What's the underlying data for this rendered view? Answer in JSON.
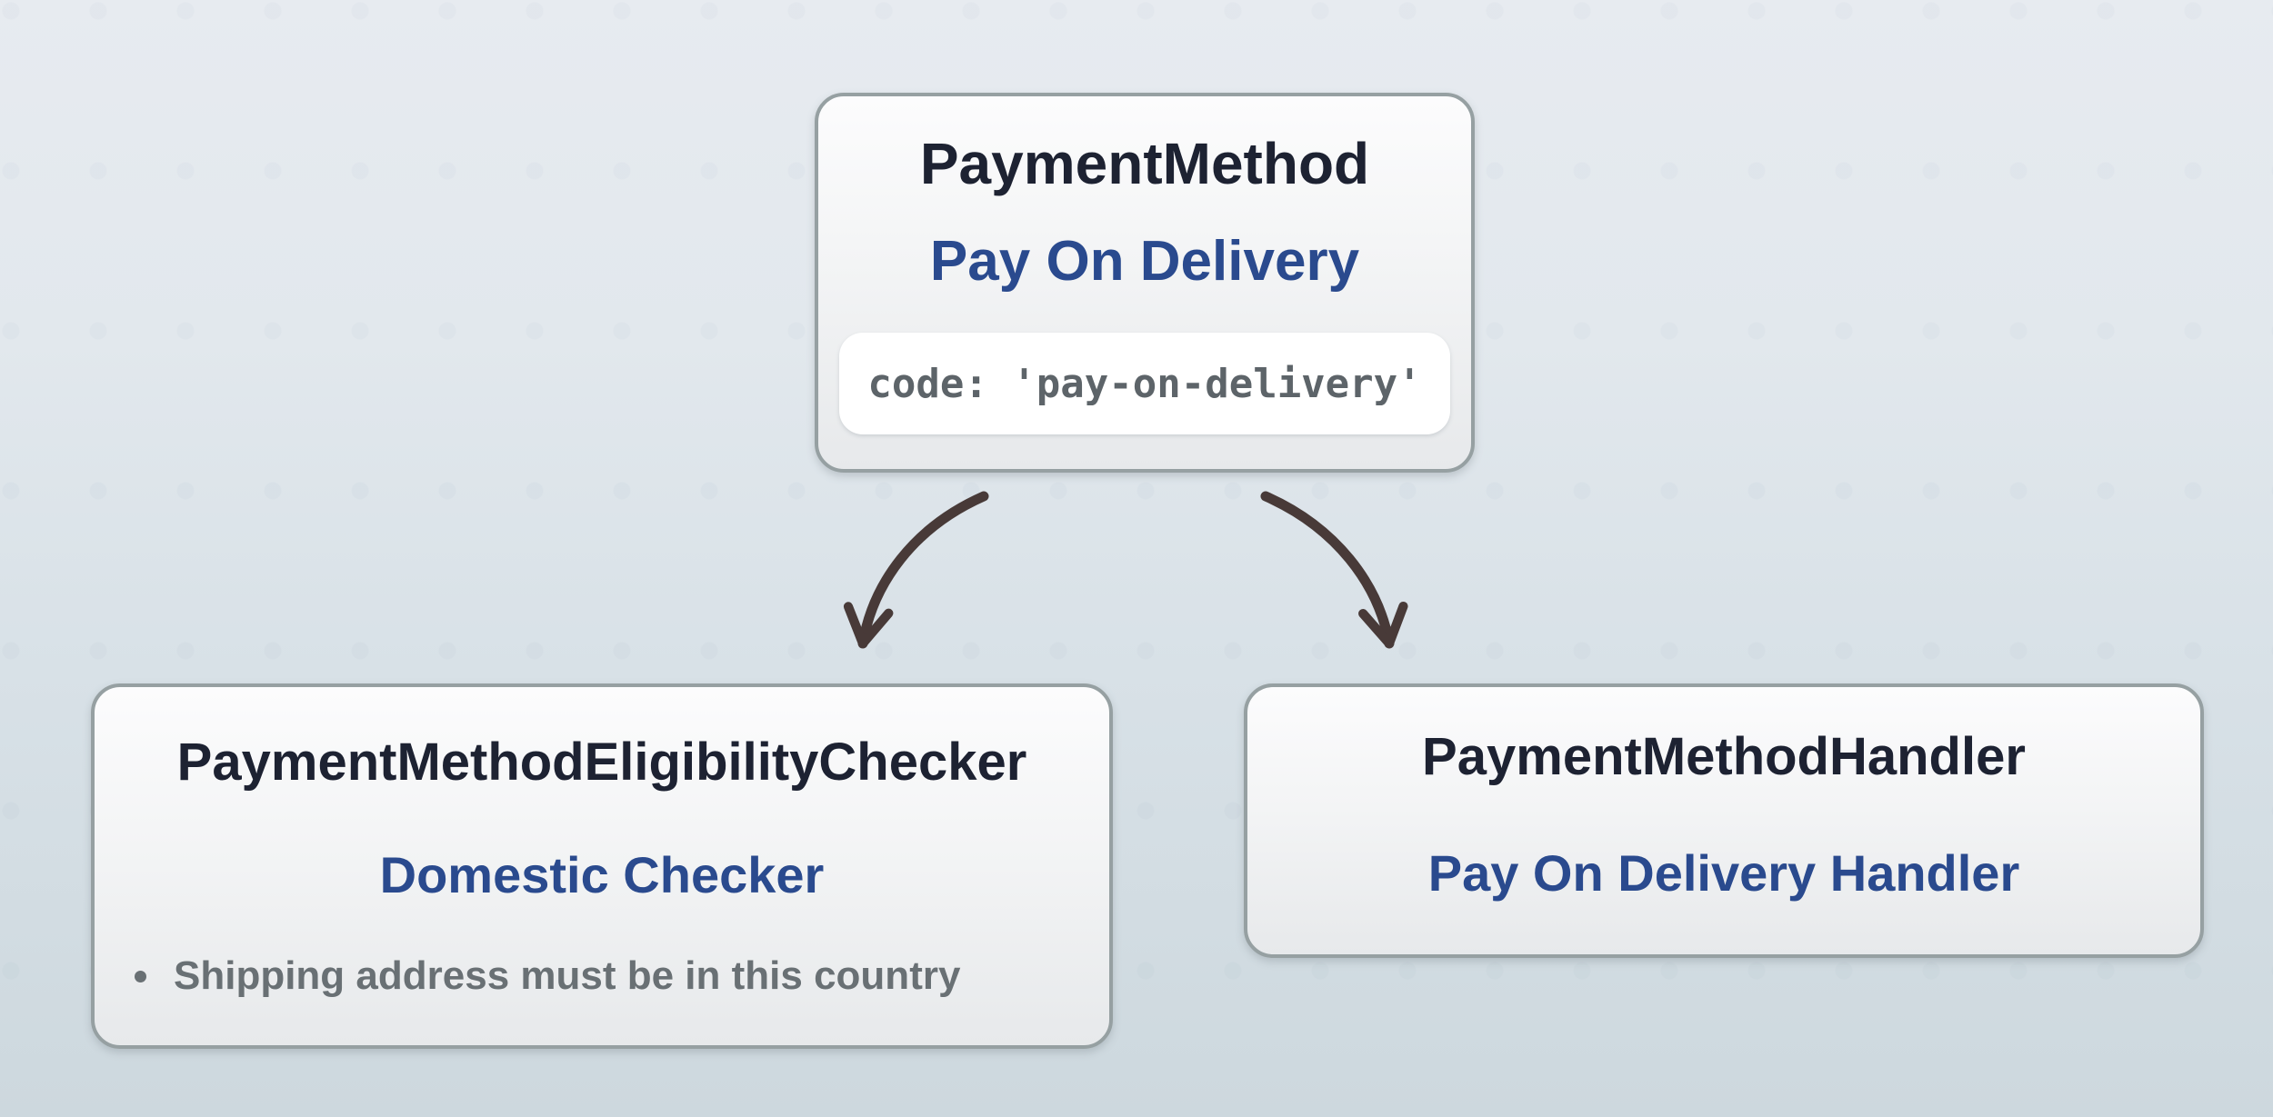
{
  "diagram": {
    "type": "flow",
    "nodes": {
      "payment_method": {
        "title": "PaymentMethod",
        "subtitle": "Pay On Delivery",
        "code": "code: 'pay-on-delivery'"
      },
      "eligibility_checker": {
        "title": "PaymentMethodEligibilityChecker",
        "subtitle": "Domestic Checker",
        "bullets": [
          "Shipping address must be in this country"
        ]
      },
      "handler": {
        "title": "PaymentMethodHandler",
        "subtitle": "Pay On Delivery Handler"
      }
    },
    "edges": [
      {
        "from": "payment_method",
        "to": "eligibility_checker"
      },
      {
        "from": "payment_method",
        "to": "handler"
      }
    ],
    "colors": {
      "title_text": "#1d2232",
      "accent_blue": "#2a4a8e",
      "muted_gray": "#697074",
      "code_gray": "#5d6469",
      "node_border": "#96a0a2",
      "arrow": "#483a38",
      "background_top": "#e7ebf0",
      "background_bottom": "#cdd8de"
    }
  }
}
